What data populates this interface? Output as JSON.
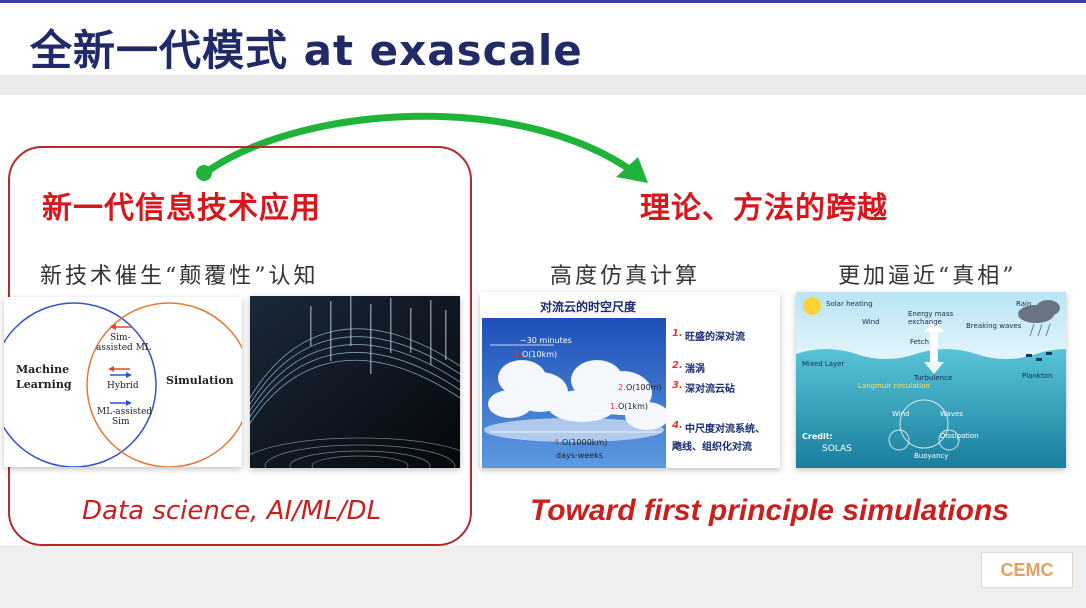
{
  "title": "全新一代模式 at exascale",
  "left": {
    "heading": "新一代信息技术应用",
    "subtitle": "新技术催生“颠覆性”认知",
    "caption": "Data science, AI/ML/DL",
    "venn": {
      "left_label_1": "Machine",
      "left_label_2": "Learning",
      "right_label": "Simulation",
      "sim_assisted_1": "Sim-",
      "sim_assisted_2": "assisted ML",
      "hybrid": "Hybrid",
      "ml_assisted_1": "ML-assisted",
      "ml_assisted_2": "Sim"
    }
  },
  "right": {
    "heading": "理论、方法的跨越",
    "subtitle_1": "高度仿真计算",
    "subtitle_2": "更加逼近“真相”",
    "caption": "Toward first principle simulations",
    "clouds": {
      "title": "对流云的时空尺度",
      "minutes": "~30 minutes",
      "o10km": "O(10km)",
      "o100m": "O(100m)",
      "o1km": "O(1km)",
      "o1000km": "O(1000km)",
      "days": "days-weeks",
      "n3": "3.",
      "n2": "2.",
      "n1": "1.",
      "n4": "4.",
      "item1": "旺盛的深对流",
      "item2": "湍涡",
      "item3": "深对流云砧",
      "item4a": "中尺度对流系统、",
      "item4b": "飑线、组织化对流"
    },
    "ocean": {
      "solar": "Solar heating",
      "wind": "Wind",
      "energy": "Energy mass exchange",
      "breaking": "Breaking waves",
      "rain": "Rain",
      "fetch": "Fetch",
      "mixed": "Mixed Layer",
      "turbulence": "Turbulence",
      "langmuir": "Langmuir circulation",
      "plankton": "Plankton",
      "wind2": "Wind",
      "waves": "Waves",
      "dissipation": "Dissipation",
      "buoyancy": "Buoyancy",
      "credit": "Credit:",
      "solas": "SOLAS"
    }
  },
  "logo": "CEMC",
  "colors": {
    "title": "#1f2a66",
    "red": "#d9161c",
    "arrow": "#1fb33a",
    "box": "#b22a2a"
  }
}
